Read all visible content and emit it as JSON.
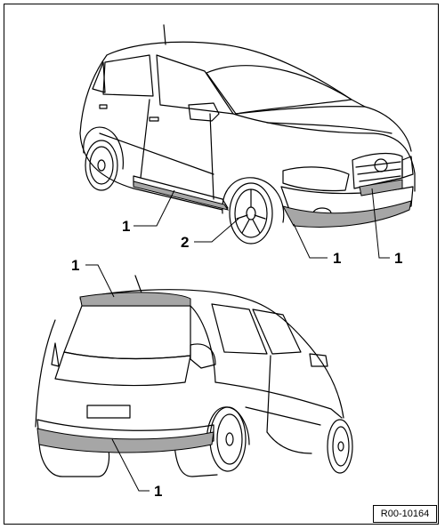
{
  "figure": {
    "reference_code": "R00-10164"
  },
  "callouts": {
    "front_sill": "1",
    "front_wheel": "2",
    "front_bumper_lower": "1",
    "front_grille": "1",
    "rear_spoiler": "1",
    "rear_bumper": "1"
  },
  "colors": {
    "line": "#000000",
    "highlight": "#a6a6a6",
    "background": "#ffffff"
  }
}
